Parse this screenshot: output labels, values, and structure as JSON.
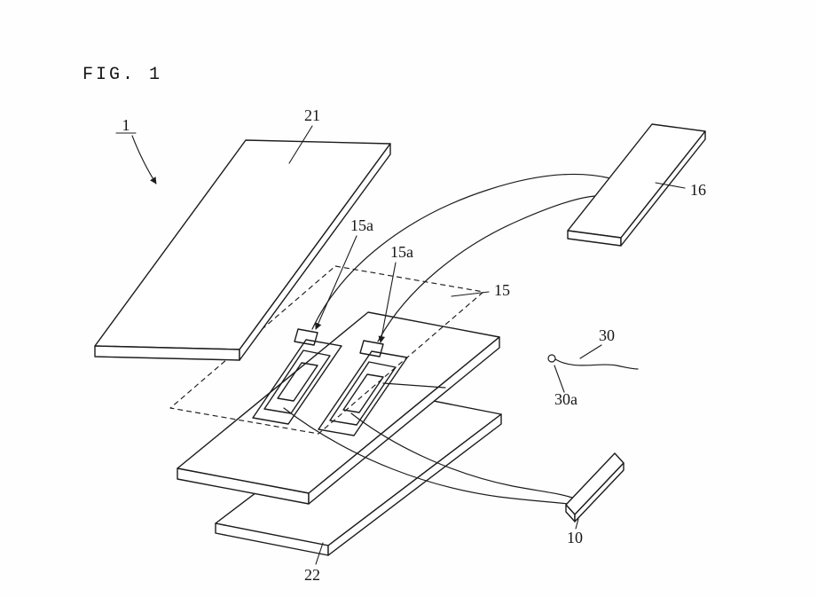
{
  "figure": {
    "title": "FIG. 1",
    "labels": {
      "assembly": "1",
      "top_plate": "21",
      "element_left": "15a",
      "element_right": "15a",
      "sheet": "15",
      "terminal_plate": "16",
      "lead_wire": "30",
      "wire_end": "30a",
      "chip": "10",
      "bottom_plate": "22"
    },
    "colors": {
      "ink": "#1c1c1c",
      "paper": "#fefefe"
    }
  }
}
